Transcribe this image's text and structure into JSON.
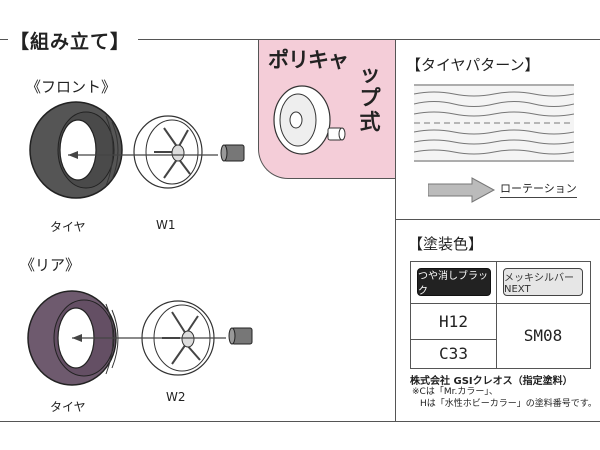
{
  "assembly": {
    "title": "【組み立て】",
    "front": {
      "heading": "《フロント》",
      "tire_label": "タイヤ",
      "wheel_label": "W1",
      "tire_color": "#555555"
    },
    "rear": {
      "heading": "《リア》",
      "tire_label": "タイヤ",
      "wheel_label": "W2",
      "tire_color": "#6e5a6e"
    }
  },
  "polycap": {
    "title": "ポリキャップ式",
    "bg_color": "#f4cdd8"
  },
  "tire_pattern": {
    "title": "【タイヤパターン】",
    "rotation_label": "ローテーション"
  },
  "paint": {
    "title": "【塗装色】",
    "columns": [
      {
        "name": "つや消しブラック",
        "codes": [
          "H12",
          "C33"
        ],
        "style": "black"
      },
      {
        "name": "メッキシルバーNEXT",
        "codes": [
          "SM08"
        ],
        "style": "silver"
      }
    ],
    "company": "株式会社 GSIクレオス（指定塗料）",
    "notes": [
      "※Cは「Mr.カラー」、",
      "Hは「水性ホビーカラー」の塗料番号です。"
    ]
  }
}
